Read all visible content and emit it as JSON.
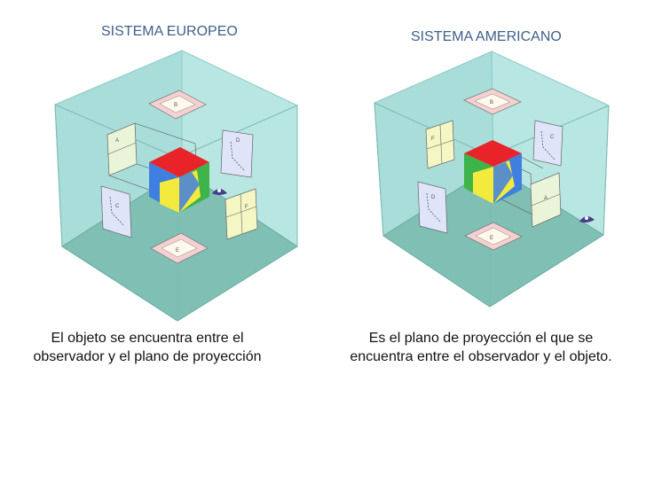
{
  "left": {
    "title": "SISTEMA EUROPEO",
    "caption_line1": "El objeto se encuentra entre el",
    "caption_line2": "observador y el plano de proyección",
    "views": {
      "top": "B",
      "front": "A",
      "right": "D",
      "left": "C",
      "bottom": "E",
      "rear": "F"
    }
  },
  "right": {
    "title": "SISTEMA AMERICANO",
    "caption_line1": "Es el plano de proyección el que se",
    "caption_line2": "encuentra entre el observador y el objeto.",
    "views": {
      "top": "B",
      "left": "F",
      "right": "C",
      "lower_left": "D",
      "front": "A",
      "bottom": "E"
    }
  },
  "colors": {
    "wall": "#a8ddd9",
    "floor": "#7fbfb4",
    "cube_red": "#e8242a",
    "cube_green": "#3db34a",
    "cube_blue": "#3f7fe0",
    "cube_yellow": "#f2ea3c",
    "eye": "#4a3d8c"
  }
}
